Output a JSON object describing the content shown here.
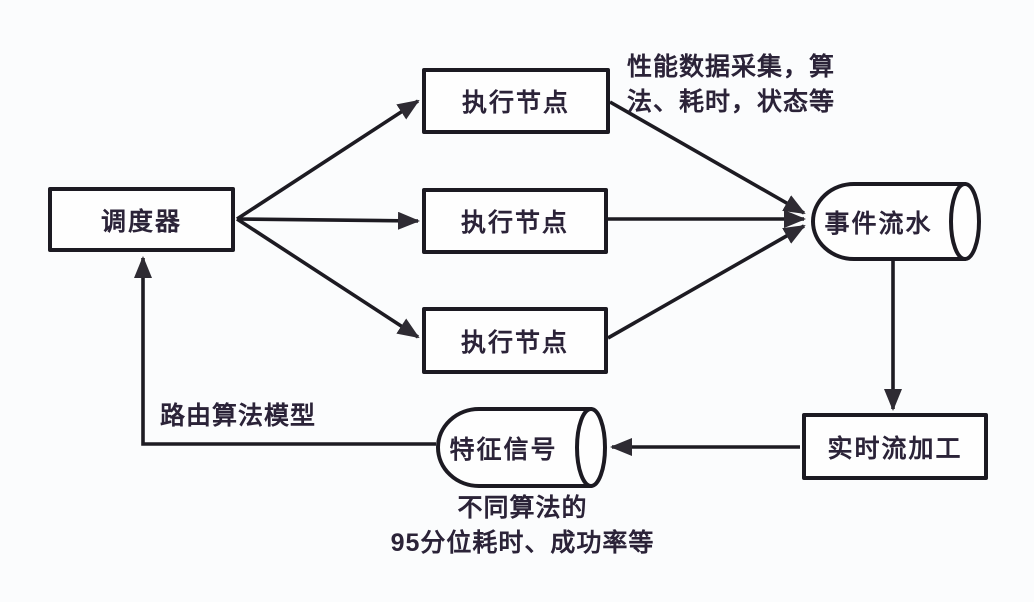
{
  "diagram": {
    "title_hint": "scheduler-feedback-flow",
    "colors": {
      "background": "#fbfcfd",
      "node_fill": "#fefefe",
      "stroke": "#1c1a22",
      "arrow_fill": "#2e2b33",
      "text": "#2b2338"
    },
    "nodes": {
      "scheduler": {
        "label": "调度器",
        "shape": "rect"
      },
      "executor_top": {
        "label": "执行节点",
        "shape": "rect"
      },
      "executor_mid": {
        "label": "执行节点",
        "shape": "rect"
      },
      "executor_bottom": {
        "label": "执行节点",
        "shape": "rect"
      },
      "event_stream": {
        "label": "事件流水",
        "shape": "cylinder"
      },
      "realtime_processing": {
        "label": "实时流加工",
        "shape": "rect"
      },
      "feature_signal": {
        "label": "特征信号",
        "shape": "cylinder"
      }
    },
    "annotations": {
      "perf_line1": "性能数据采集，算",
      "perf_line2": "法、耗时，状态等",
      "routing_model": "路由算法模型",
      "feature_line1": "不同算法的",
      "feature_line2": "95分位耗时、成功率等"
    },
    "edges": [
      {
        "from": "scheduler",
        "to": "executor_top"
      },
      {
        "from": "scheduler",
        "to": "executor_mid"
      },
      {
        "from": "scheduler",
        "to": "executor_bottom"
      },
      {
        "from": "executor_top",
        "to": "event_stream"
      },
      {
        "from": "executor_mid",
        "to": "event_stream"
      },
      {
        "from": "executor_bottom",
        "to": "event_stream"
      },
      {
        "from": "event_stream",
        "to": "realtime_processing"
      },
      {
        "from": "realtime_processing",
        "to": "feature_signal"
      },
      {
        "from": "feature_signal",
        "to": "scheduler",
        "label": "路由算法模型"
      }
    ]
  }
}
